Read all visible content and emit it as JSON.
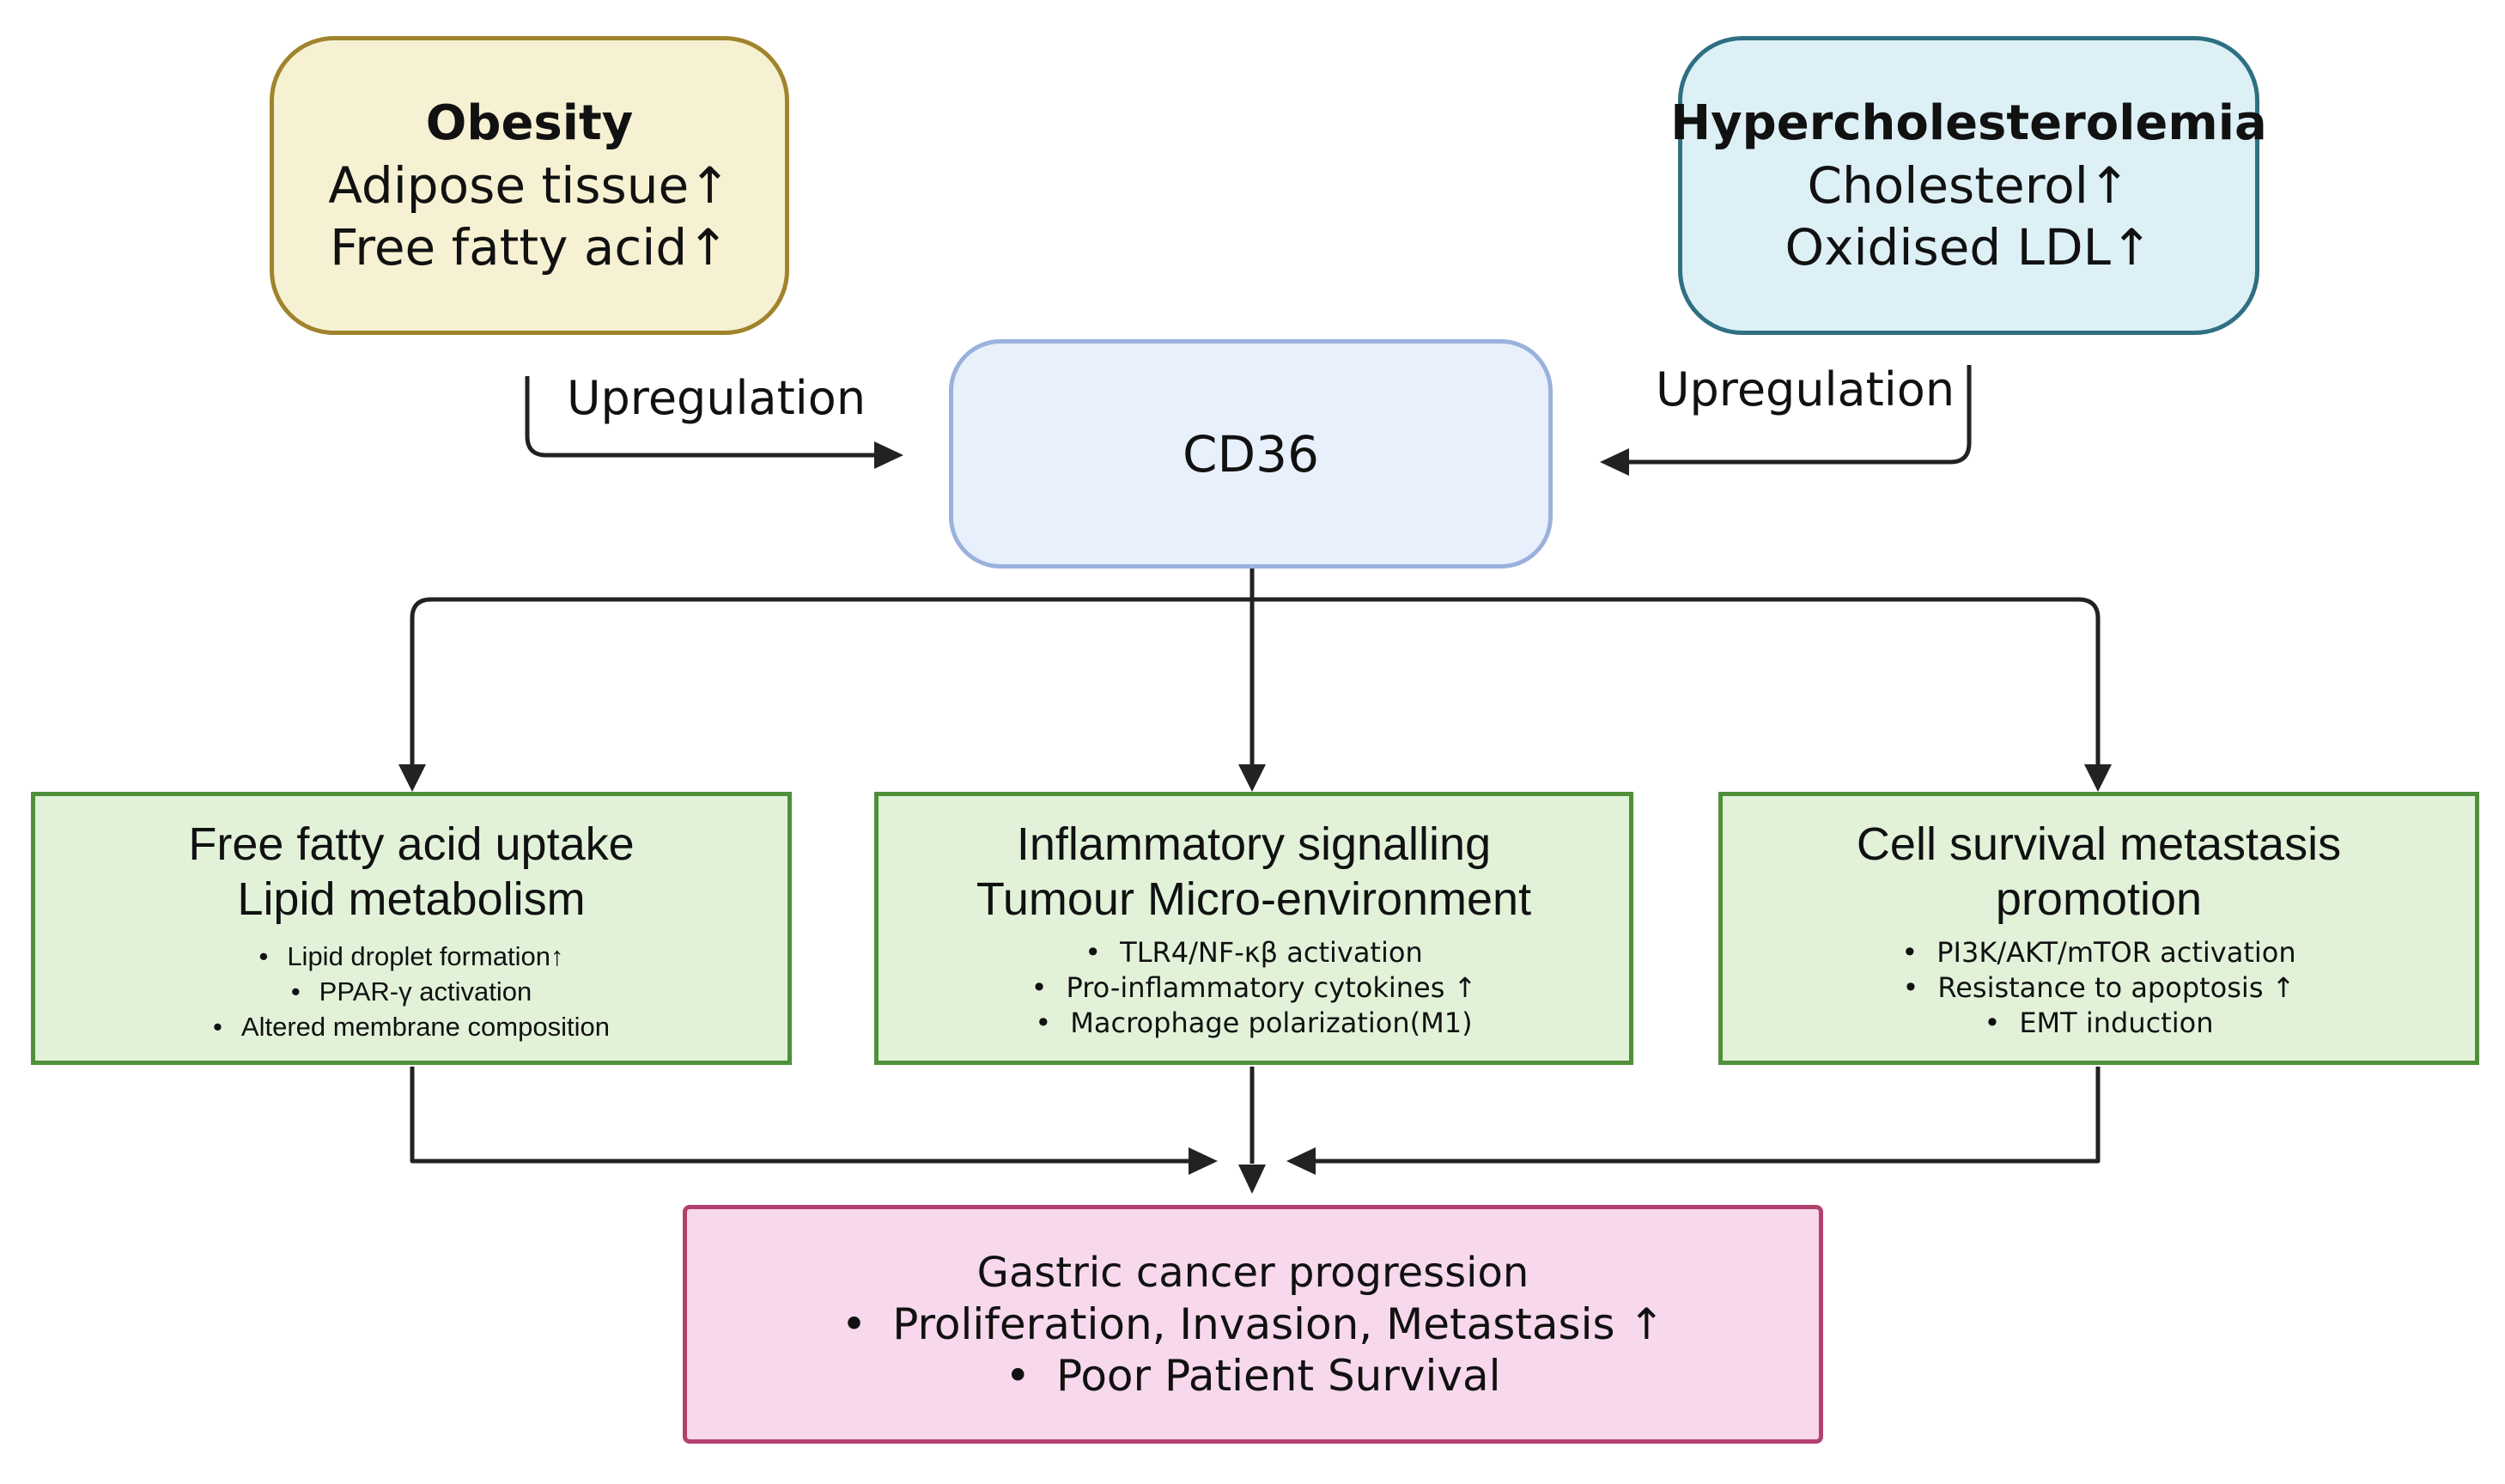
{
  "risk_factors": {
    "obesity": {
      "title": "Obesity",
      "line1": "Adipose tissue↑",
      "line2": "Free fatty acid↑"
    },
    "hypercholesterolemia": {
      "title": "Hypercholesterolemia",
      "line1": "Cholesterol↑",
      "line2": "Oxidised LDL↑"
    }
  },
  "edges": {
    "left_label": "Upregulation",
    "right_label": "Upregulation"
  },
  "center": {
    "label": "CD36"
  },
  "mechanisms": [
    {
      "title1": "Free fatty acid uptake",
      "title2": "Lipid metabolism",
      "bullets": [
        "Lipid droplet  formation↑",
        "PPAR-γ activation",
        "Altered membrane composition"
      ]
    },
    {
      "title1": "Inflammatory signalling",
      "title2": "Tumour Micro-environment",
      "bullets": [
        "TLR4/NF-κβ activation",
        "Pro-inflammatory cytokines ↑",
        "Macrophage polarization(M1)"
      ]
    },
    {
      "title1": "Cell survival metastasis",
      "title2": "promotion",
      "bullets": [
        "PI3K/AKT/mTOR activation",
        "Resistance to apoptosis ↑",
        "EMT induction"
      ]
    }
  ],
  "outcome": {
    "title": "Gastric cancer progression",
    "bullets": [
      "Proliferation, Invasion, Metastasis ↑",
      "Poor Patient Survival"
    ]
  },
  "colors": {
    "obesity_fill": "#f6f1d2",
    "obesity_border": "#a0832c",
    "hyper_fill": "#dcf0f6",
    "hyper_border": "#2f6f82",
    "cd36_fill": "#e8f0fb",
    "cd36_border": "#9bb1dd",
    "mechanism_fill": "#e1f2d9",
    "mechanism_border": "#4f8f3a",
    "outcome_fill": "#f7d8ec",
    "outcome_border": "#b3416e",
    "arrow": "#222222"
  }
}
